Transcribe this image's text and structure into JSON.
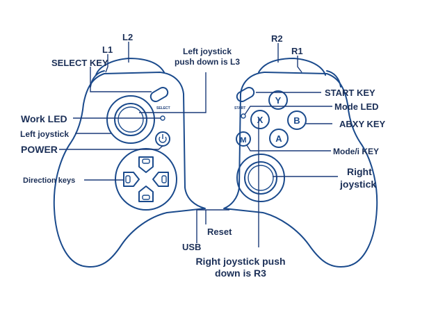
{
  "labels": {
    "l2": "L2",
    "l1": "L1",
    "select_key": "SELECT KEY",
    "left_joystick_push_line1": "Left joystick",
    "left_joystick_push_line2": "push down is L3",
    "r2": "R2",
    "r1": "R1",
    "start_key": "START KEY",
    "mode_led": "Mode LED",
    "abxy_key": "ABXY KEY",
    "work_led": "Work LED",
    "left_joystick": "Left joystick",
    "power": "POWER",
    "mode_i_key": "Mode/i KEY",
    "direction_keys": "Direction keys",
    "right_joystick_line1": "Right",
    "right_joystick_line2": "joystick",
    "reset": "Reset",
    "usb": "USB",
    "right_joystick_push_line1": "Right joystick push",
    "right_joystick_push_line2": "down is R3"
  },
  "buttons": {
    "y": "Y",
    "x": "X",
    "b": "B",
    "a": "A",
    "m": "M",
    "select_text": "SELECT",
    "start_text": "START"
  },
  "colors": {
    "outline": "#1a4a8c",
    "label": "#1b2f57"
  }
}
